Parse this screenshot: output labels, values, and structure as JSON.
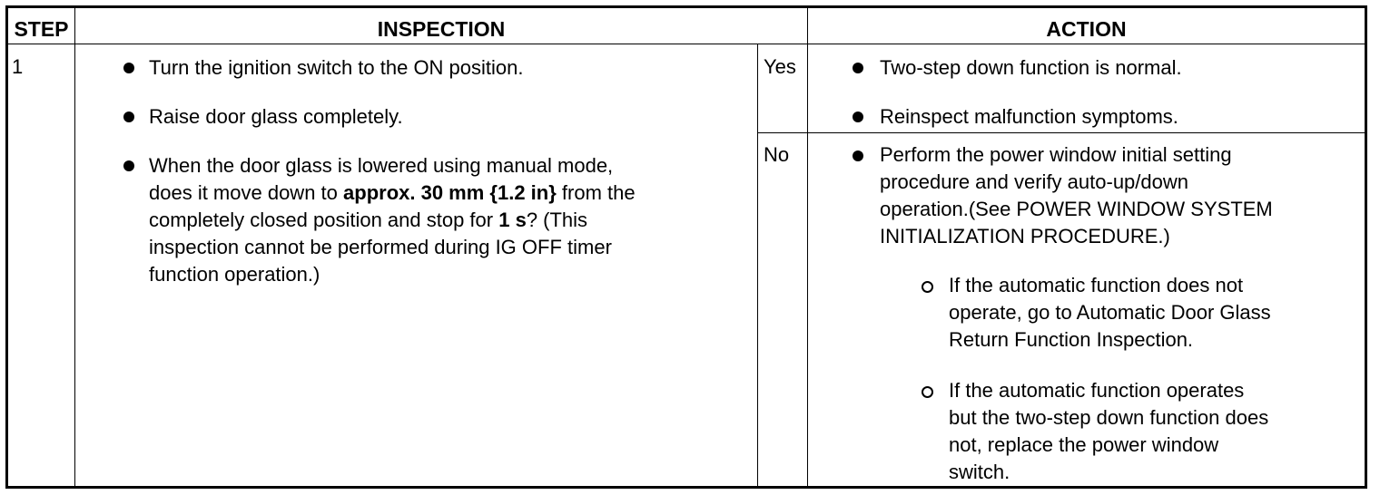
{
  "header": {
    "step": "STEP",
    "inspection": "INSPECTION",
    "action": "ACTION"
  },
  "row": {
    "step_number": "1",
    "inspection_items": [
      "Turn the ignition switch to the ON position.",
      "Raise door glass completely."
    ],
    "inspection_question": {
      "line1": "When the door glass is lowered using manual mode,",
      "line2_pre": "does it move down to ",
      "line2_bold": "approx. 30 mm {1.2 in}",
      "line2_post": " from the",
      "line3_pre": "completely closed position and stop for ",
      "line3_bold": "1 s",
      "line3_post": "? (This",
      "line4": "inspection cannot be performed during IG OFF timer",
      "line5": "function operation.)"
    },
    "yes": {
      "label": "Yes",
      "actions": [
        "Two-step down function is normal.",
        "Reinspect malfunction symptoms."
      ]
    },
    "no": {
      "label": "No",
      "action_lines": [
        "Perform the power window initial setting",
        "procedure and verify auto-up/down",
        "operation.(See POWER WINDOW SYSTEM",
        "INITIALIZATION PROCEDURE.)"
      ],
      "sub1_lines": [
        "If the automatic function does not",
        "operate, go to Automatic Door Glass",
        "Return Function Inspection."
      ],
      "sub2_lines": [
        "If the automatic function operates",
        "but the two-step down function does",
        "not, replace the power window",
        "switch."
      ]
    }
  }
}
